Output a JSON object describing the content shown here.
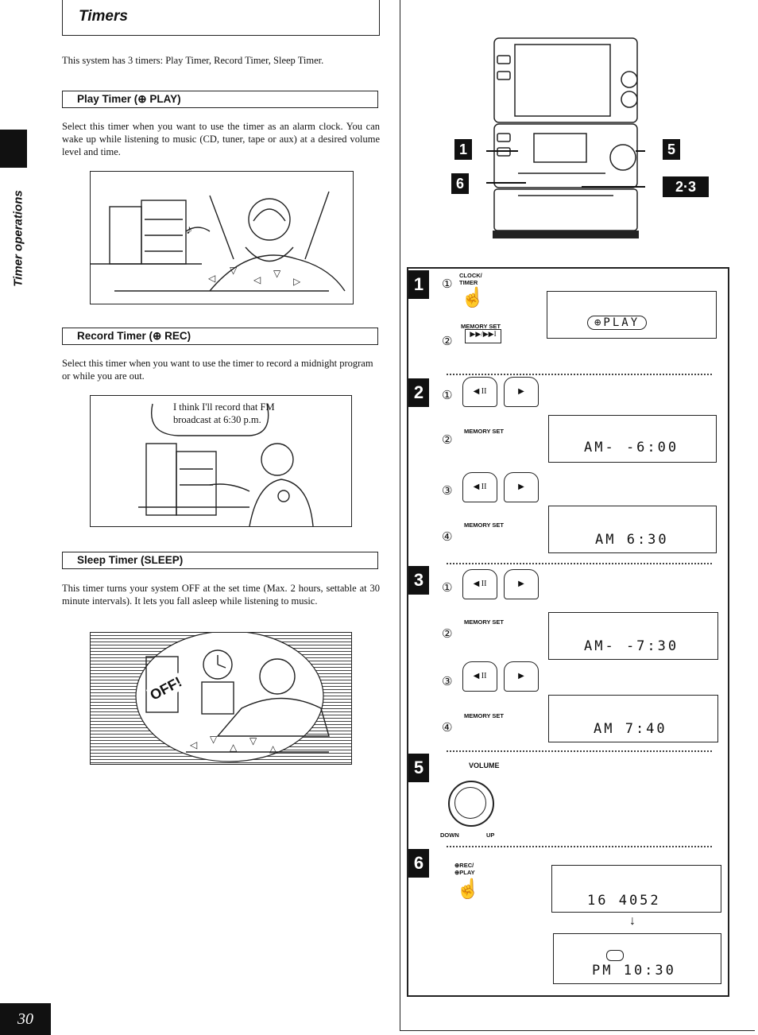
{
  "header": {
    "title": "Timers"
  },
  "intro": "This system has 3 timers: Play Timer, Record Timer, Sleep Timer.",
  "play": {
    "heading": "Play Timer (⊕ PLAY)",
    "text": "Select this timer when you want to use the timer as an alarm clock. You can wake up while listening to music (CD, tuner, tape or aux) at a desired volume level and time."
  },
  "record": {
    "heading": "Record Timer (⊕ REC)",
    "text": "Select this timer when you want to use the timer to record a midnight program or while you are out.",
    "bubble": "I think I'll record that FM broadcast at 6:30 p.m."
  },
  "sleep": {
    "heading": "Sleep Timer (SLEEP)",
    "text": "This timer turns your system OFF at the set time (Max. 2 hours, settable at 30 minute intervals). It lets you fall asleep while listening to music.",
    "off_word": "OFF!"
  },
  "side_label": "Timer operations",
  "page_number": "30",
  "device_callouts": {
    "c1": "1",
    "c5": "5",
    "c6": "6",
    "c23": "2·3"
  },
  "steps": {
    "s1": {
      "num": "1",
      "label_top": "CLOCK/ TIMER",
      "label_mem": "MEMORY SET",
      "display": "⊕PLAY"
    },
    "s2": {
      "num": "2",
      "label_mem": "MEMORY SET",
      "display_a": "AM- -6:00",
      "display_b": "AM  6:30"
    },
    "s3": {
      "num": "3",
      "label_mem": "MEMORY SET",
      "display_a": "AM- -7:30",
      "display_b": "AM  7:40"
    },
    "s5": {
      "num": "5",
      "label": "VOLUME",
      "down": "DOWN",
      "up": "UP"
    },
    "s6": {
      "num": "6",
      "label": "⊕REC/ ⊕PLAY",
      "display_a": "16  4052",
      "display_b": "PM  10:30"
    }
  },
  "sub": {
    "c1": "①",
    "c2": "②",
    "c3": "③",
    "c4": "④"
  }
}
